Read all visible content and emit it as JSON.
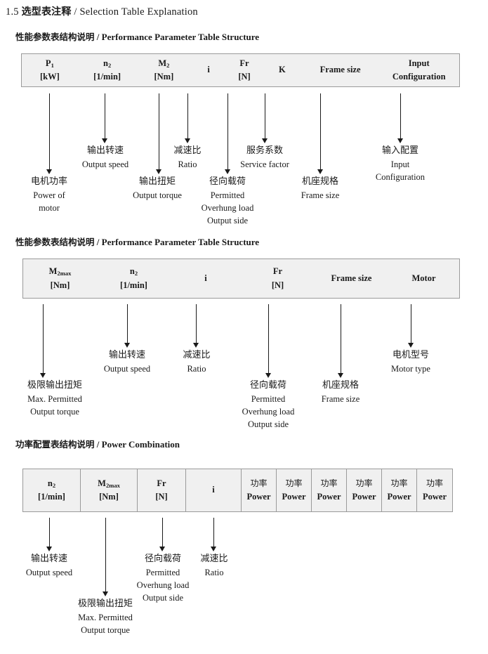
{
  "title": {
    "number": "1.5",
    "cn": "选型表注释",
    "sep": "/",
    "en": "Selection Table Explanation"
  },
  "sections": [
    {
      "heading": {
        "cn": "性能参数表结构说明",
        "sep": "/",
        "en": "Performance Parameter Table Structure"
      },
      "table": {
        "ruled": false,
        "columns": [
          {
            "symbol": "P",
            "sub": "1",
            "unit": "[kW]"
          },
          {
            "symbol": "n",
            "sub": "2",
            "unit": "[1/min]"
          },
          {
            "symbol": "M",
            "sub": "2",
            "unit": "[Nm]"
          },
          {
            "symbol": "i",
            "sub": "",
            "unit": ""
          },
          {
            "symbol": "Fr",
            "sub": "",
            "unit": "[N]"
          },
          {
            "symbol": "K",
            "sub": "",
            "unit": ""
          },
          {
            "symbol": "Frame size",
            "sub": "",
            "unit": ""
          },
          {
            "symbol": "Input",
            "sub": "",
            "unit": "Configuration"
          }
        ]
      },
      "notes": [
        {
          "cn": "电机功率",
          "en": [
            "Power of",
            "motor"
          ]
        },
        {
          "cn": "输出转速",
          "en": [
            "Output speed"
          ]
        },
        {
          "cn": "输出扭矩",
          "en": [
            "Output torque"
          ]
        },
        {
          "cn": "减速比",
          "en": [
            "Ratio"
          ]
        },
        {
          "cn": "径向载荷",
          "en": [
            "Permitted",
            "Overhung load",
            "Output side"
          ]
        },
        {
          "cn": "服务系数",
          "en": [
            "Service factor"
          ]
        },
        {
          "cn": "机座规格",
          "en": [
            "Frame size"
          ]
        },
        {
          "cn": "输入配置",
          "en": [
            "Input",
            "Configuration"
          ]
        }
      ]
    },
    {
      "heading": {
        "cn": "性能参数表结构说明",
        "sep": "/",
        "en": "Performance Parameter Table Structure"
      },
      "table": {
        "ruled": false,
        "columns": [
          {
            "symbol": "M",
            "sub": "2max",
            "unit": "[Nm]"
          },
          {
            "symbol": "n",
            "sub": "2",
            "unit": "[1/min]"
          },
          {
            "symbol": "i",
            "sub": "",
            "unit": ""
          },
          {
            "symbol": "Fr",
            "sub": "",
            "unit": "[N]"
          },
          {
            "symbol": "Frame size",
            "sub": "",
            "unit": ""
          },
          {
            "symbol": "Motor",
            "sub": "",
            "unit": ""
          }
        ]
      },
      "notes": [
        {
          "cn": "极限输出扭矩",
          "en": [
            "Max. Permitted",
            "Output  torque"
          ]
        },
        {
          "cn": "输出转速",
          "en": [
            "Output speed"
          ]
        },
        {
          "cn": "减速比",
          "en": [
            "Ratio"
          ]
        },
        {
          "cn": "径向载荷",
          "en": [
            "Permitted",
            "Overhung load",
            "Output side"
          ]
        },
        {
          "cn": "机座规格",
          "en": [
            "Frame size"
          ]
        },
        {
          "cn": "电机型号",
          "en": [
            "Motor type"
          ]
        }
      ]
    },
    {
      "heading": {
        "cn": "功率配置表结构说明",
        "sep": "/",
        "en": "Power Combination"
      },
      "table": {
        "ruled": true,
        "columns": [
          {
            "symbol": "n",
            "sub": "2",
            "unit": "[1/min]"
          },
          {
            "symbol": "M",
            "sub": "2max",
            "unit": "[Nm]"
          },
          {
            "symbol": "Fr",
            "sub": "",
            "unit": "[N]"
          },
          {
            "symbol": "i",
            "sub": "",
            "unit": ""
          },
          {
            "cn": "功率",
            "symbol": "",
            "sub": "",
            "unit": "Power"
          },
          {
            "cn": "功率",
            "symbol": "",
            "sub": "",
            "unit": "Power"
          },
          {
            "cn": "功率",
            "symbol": "",
            "sub": "",
            "unit": "Power"
          },
          {
            "cn": "功率",
            "symbol": "",
            "sub": "",
            "unit": "Power"
          },
          {
            "cn": "功率",
            "symbol": "",
            "sub": "",
            "unit": "Power"
          },
          {
            "cn": "功率",
            "symbol": "",
            "sub": "",
            "unit": "Power"
          }
        ]
      },
      "notes": [
        {
          "cn": "输出转速",
          "en": [
            "Output speed"
          ]
        },
        {
          "cn": "极限输出扭矩",
          "en": [
            "Max. Permitted",
            "Output  torque"
          ]
        },
        {
          "cn": "径向载荷",
          "en": [
            "Permitted",
            "Overhung load",
            "Output side"
          ]
        },
        {
          "cn": "减速比",
          "en": [
            "Ratio"
          ]
        }
      ]
    }
  ]
}
